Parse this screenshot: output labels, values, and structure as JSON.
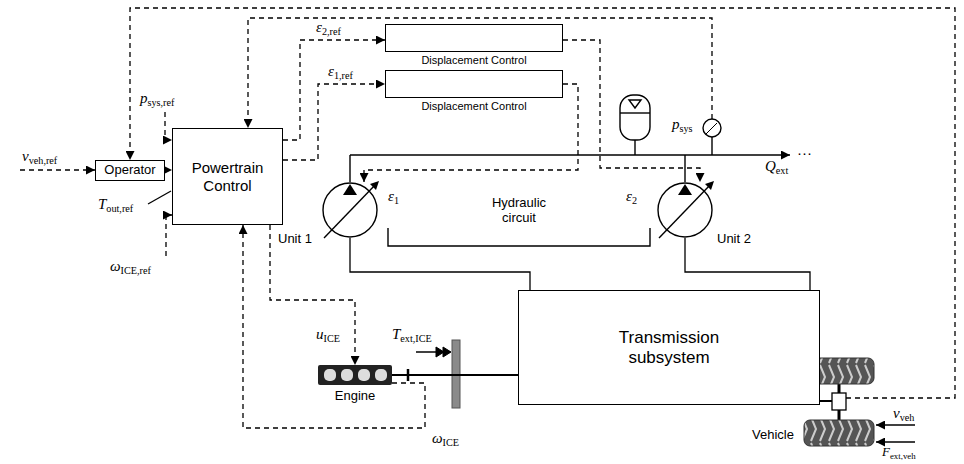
{
  "diagram": {
    "nodes": [
      {
        "text": [
          "Operator"
        ]
      },
      {
        "text": [
          "Powertrain Control"
        ]
      },
      {
        "text": [
          "Displacement Control"
        ]
      },
      {
        "text": [
          "Displacement Control"
        ]
      },
      {
        "text": [
          "Unit 1"
        ]
      },
      {
        "text": [
          "Unit 2"
        ]
      },
      {
        "text": [
          "Engine"
        ]
      },
      {
        "text": [
          "Transmission subsystem"
        ]
      }
    ],
    "edges": [
      {
        "from": 0,
        "to": 1,
        "arrow": "to"
      },
      {
        "from": 1,
        "to": 2,
        "label": "ε2,ref",
        "arrow": "to"
      },
      {
        "from": 1,
        "to": 3,
        "label": "ε1,ref",
        "arrow": "to"
      },
      {
        "from": 3,
        "to": 4,
        "arrow": "to"
      },
      {
        "from": 2,
        "to": 5,
        "arrow": "to"
      },
      {
        "from": 1,
        "to": 6,
        "label": "uICE",
        "arrow": "to"
      },
      {
        "from": 6,
        "to": 1,
        "label": "ωICE",
        "arrow": "to"
      },
      {
        "from": 4,
        "to": 7,
        "arrow": "none"
      },
      {
        "from": 5,
        "to": 7,
        "arrow": "none"
      },
      {
        "from": 6,
        "to": 7,
        "arrow": "none"
      }
    ],
    "labels": [
      "vveh,ref",
      "psys,ref",
      "Tout,ref",
      "ωICE,ref",
      "ε1",
      "ε2",
      "psys",
      "Qext",
      "···",
      "Hydraulic circuit",
      "Text,ICE",
      "Vehicle",
      "vveh",
      "Fext,veh"
    ]
  }
}
